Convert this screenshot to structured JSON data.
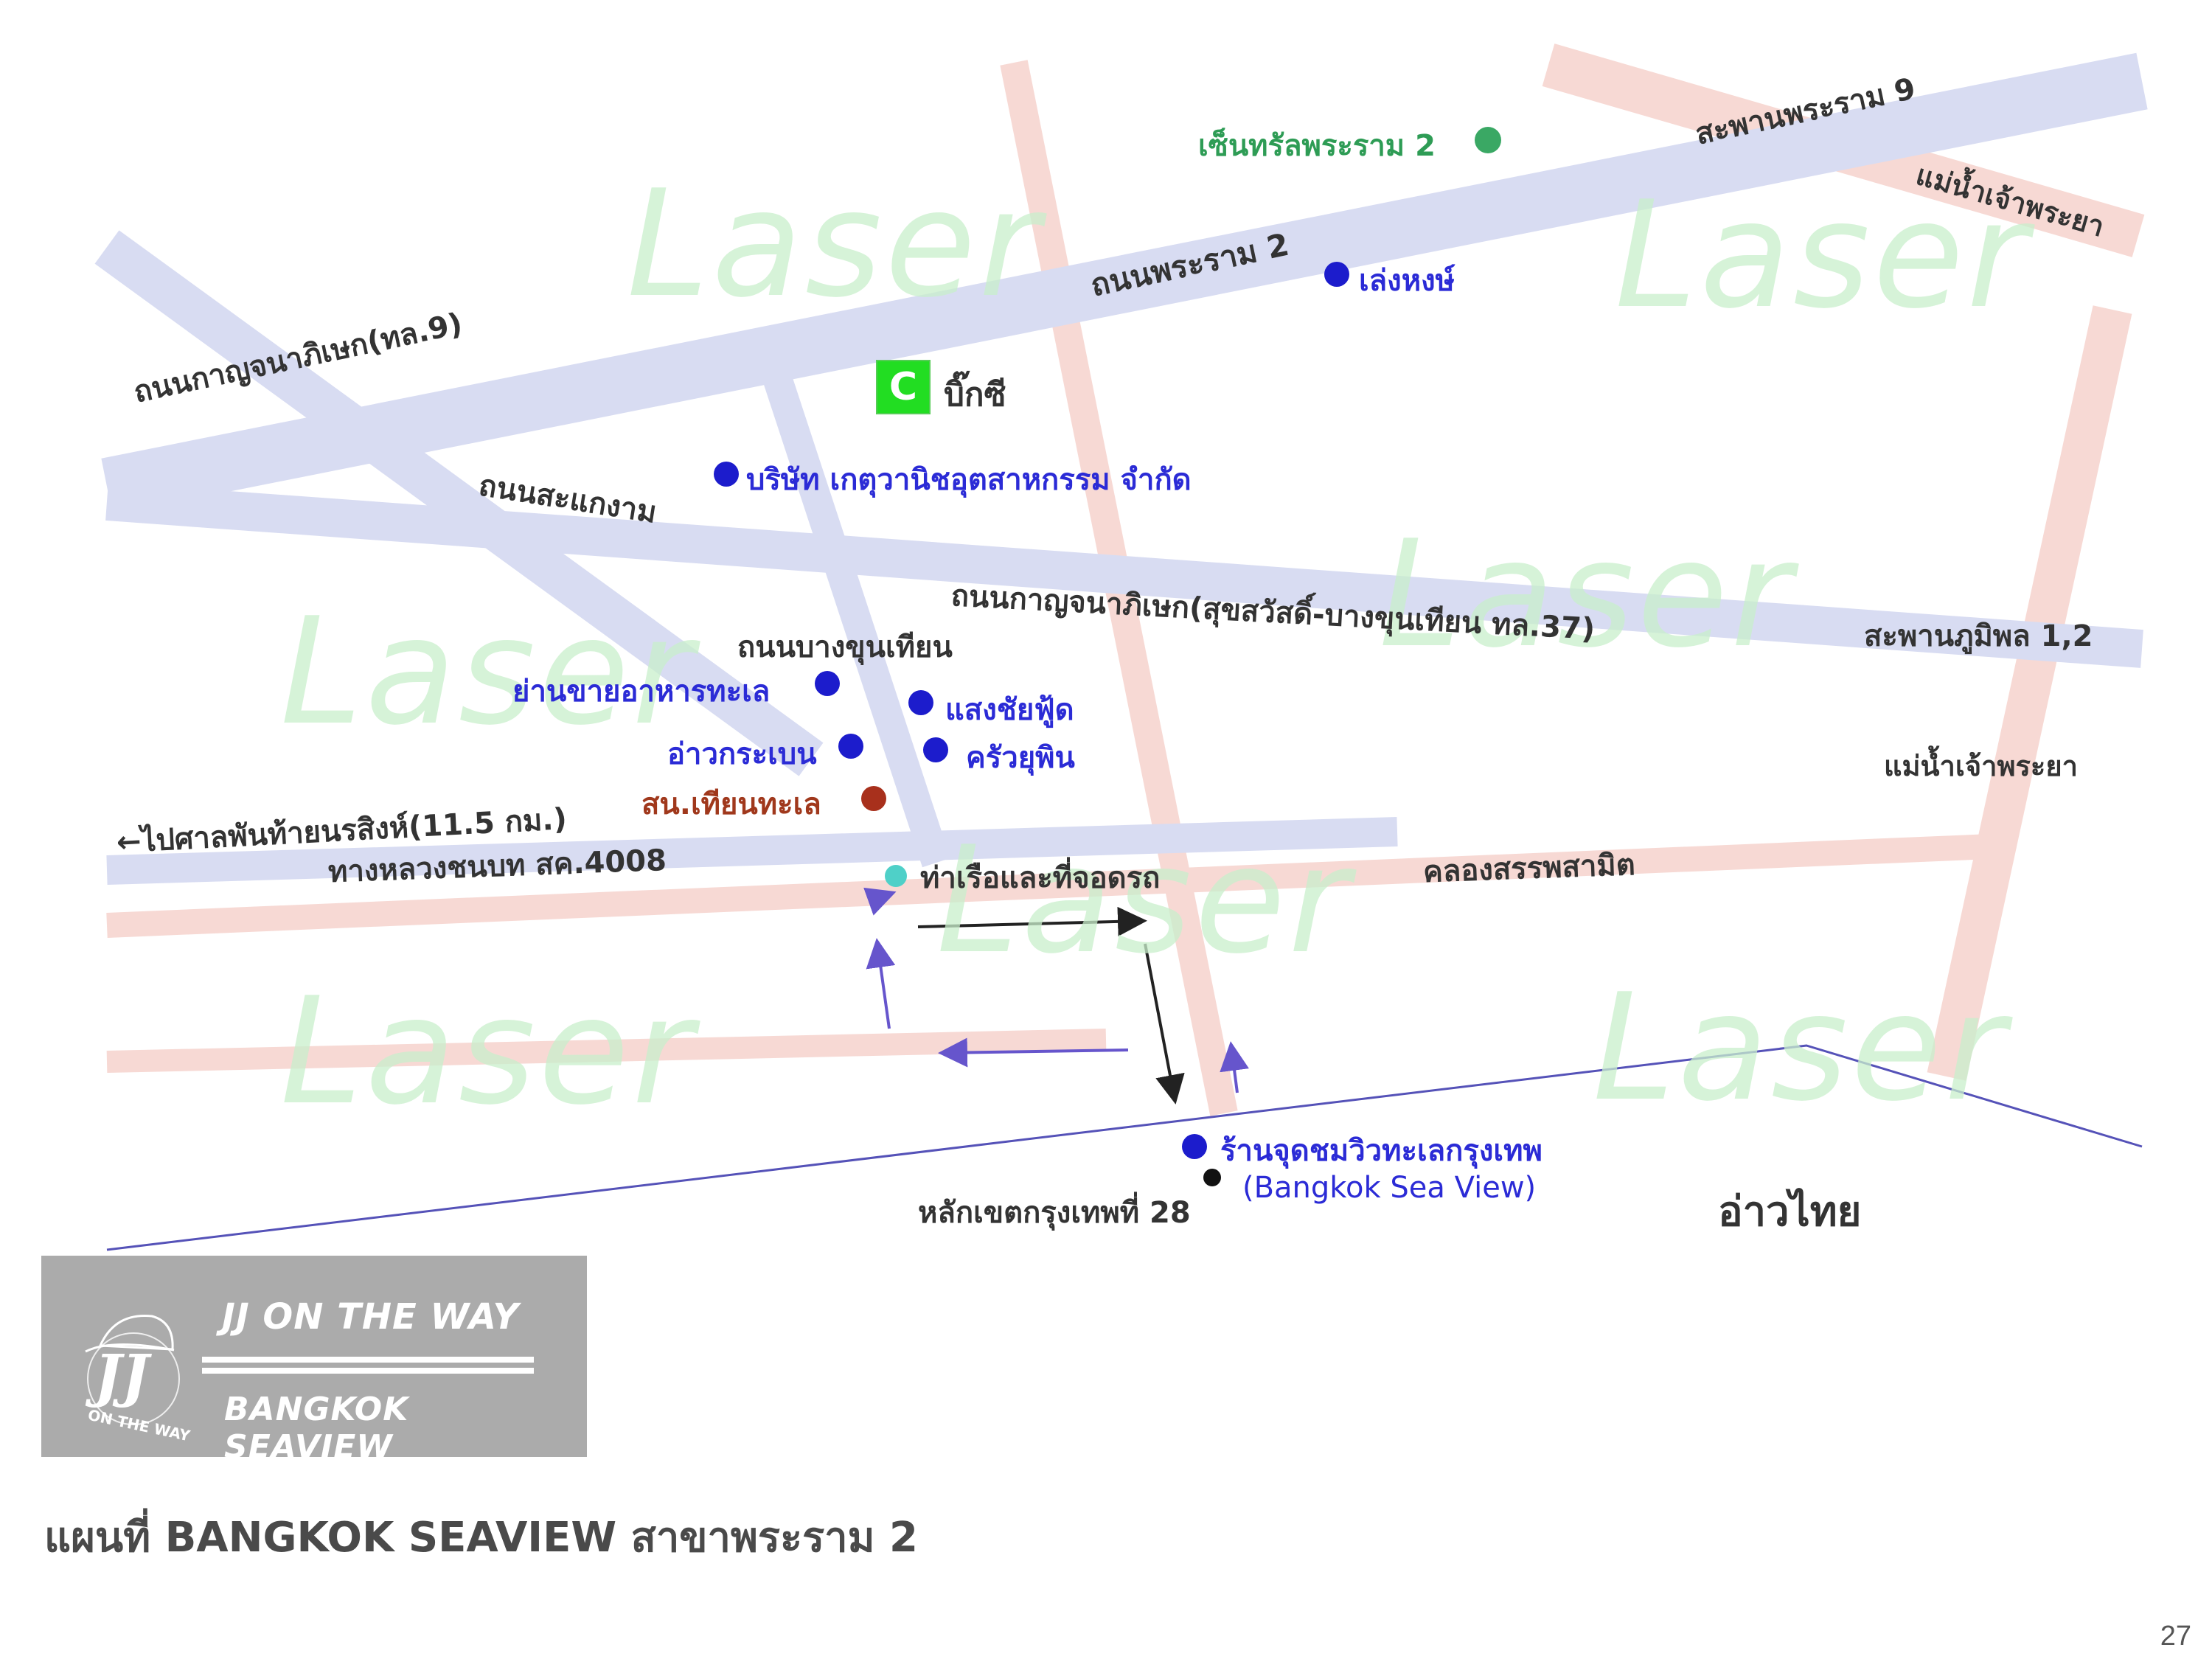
{
  "map": {
    "watermark_text": "Laser",
    "labels": {
      "central_rama2": "เซ็นทรัลพระราม 2",
      "rama9_bridge": "สะพานพระราม 9",
      "chao_phraya_top": "แม่น้ำเจ้าพระยา",
      "rama2_road": "ถนนพระราม 2",
      "seng_hong": "เล่งหงษ์",
      "kanchana_road": "ถนนกาญจนาภิเษก(ทล.9)",
      "big_c": "บิ๊กซี",
      "big_c_icon": "C",
      "sanaengam_road": "ถนนสะแกงาม",
      "company": "บริษัท เกตุวานิชอุตสาหกรรม จำกัด",
      "kanchana_road_37": "ถนนกาญจนาภิเษก(สุขสวัสดิ์-บางขุนเทียน ทล.37)",
      "bhumibol_bridge": "สะพานภูมิพล 1,2",
      "bang_khun_thian_road": "ถนนบางขุนเทียน",
      "seafood_market": "ย่านขายอาหารทะเล",
      "saeng_chai_food": "แสงชัยฟู้ด",
      "ao_krabang": "อ่าวกระเบน",
      "krua_yupin": "ครัวยุพิน",
      "thian_thale_school": "สน.เทียนทะเล",
      "chao_phraya_right": "แม่น้ำเจ้าพระยา",
      "to_phanthai": "←ไปศาลพันท้ายนรสิงห์(11.5 กม.)",
      "highway_4008": "ทางหลวงชนบท สค.4008",
      "pier_parking": "ท่าเรือและที่จอดรถ",
      "khlong": "คลองสรรพสามิต",
      "restaurant": "ร้านจุดชมวิวทะเลกรุงเทพ",
      "restaurant_en": "(Bangkok Sea View)",
      "boundary_post": "หลักเขตกรุงเทพที่ 28",
      "gulf": "อ่าวไทย"
    },
    "colors": {
      "road_blue": "#d8dcf2",
      "canal_pink": "#f7d9d4",
      "coast_line": "#5552b8",
      "dot_blue": "#1c1ccc",
      "dot_green": "#3aa864",
      "dot_red": "#a8301c",
      "dot_cyan": "#4fd0c8",
      "bigc_green": "#22dd22",
      "route_purple": "#6655cc",
      "route_black": "#222222"
    }
  },
  "logo": {
    "icon": "jj-cap-logo-icon",
    "mono": "JJ",
    "ring_text": "ON THE WAY",
    "title": "JJ ON THE WAY",
    "subtitle": "BANGKOK SEAVIEW"
  },
  "caption": "แผนที่ BANGKOK SEAVIEW สาขาพระราม 2",
  "page_number": "27"
}
